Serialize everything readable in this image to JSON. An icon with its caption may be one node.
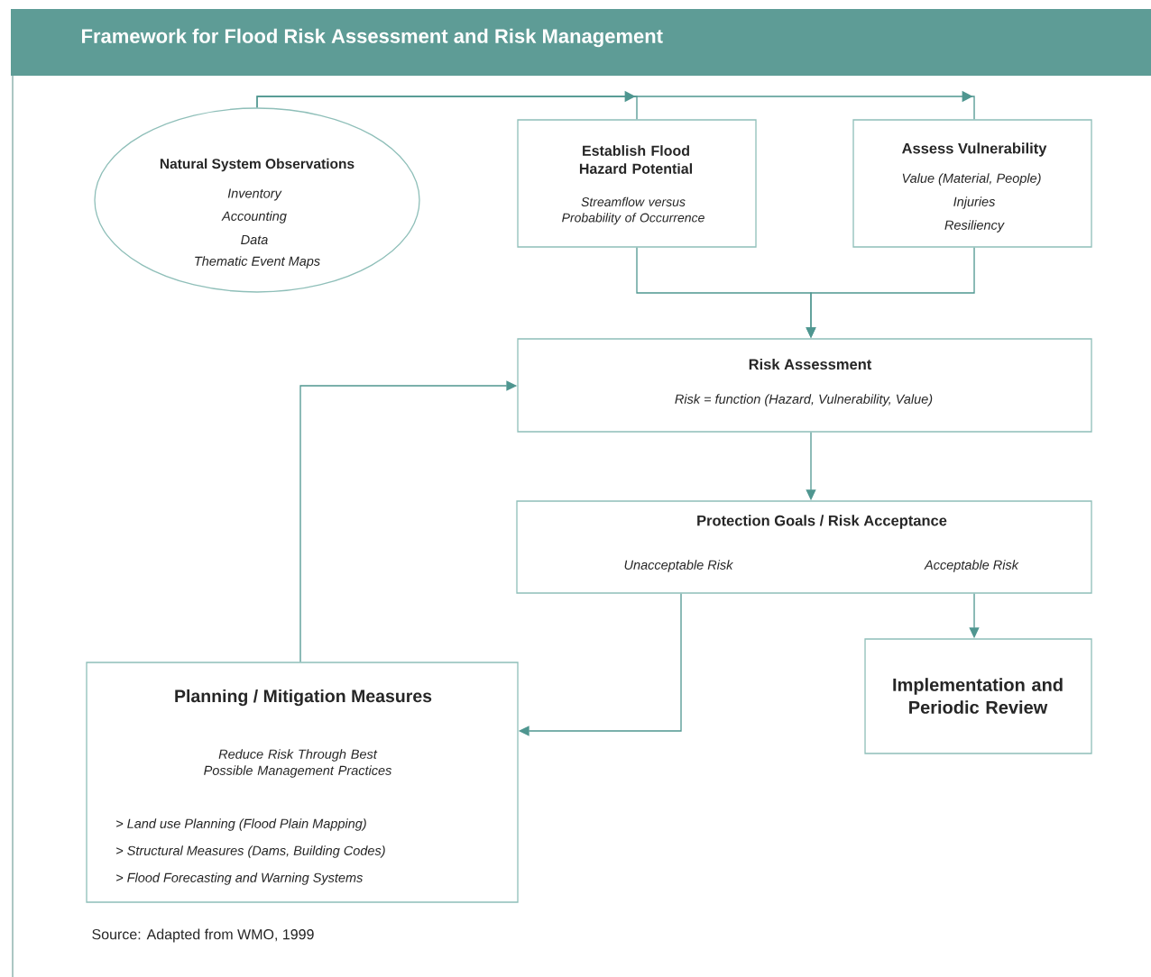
{
  "diagram": {
    "title": "Framework for Flood Risk Assessment and Risk Management",
    "caption": "Source: Adapted from WMO, 1999",
    "nodes": [
      {
        "text": [
          "Natural System Observations",
          "Inventory",
          "Accounting",
          "Data",
          "Thematic Event Maps"
        ]
      },
      {
        "text": [
          "Establish Flood Hazard Potential",
          "Streamflow versus Probability of Occurrence"
        ]
      },
      {
        "text": [
          "Assess Vulnerability",
          "Value (Material, People)",
          "Injuries",
          "Resiliency"
        ]
      },
      {
        "text": [
          "Risk Assessment",
          "Risk = function (Hazard, Vulnerability, Value)"
        ]
      },
      {
        "text": [
          "Protection Goals / Risk Acceptance",
          "Unacceptable Risk",
          "Acceptable Risk"
        ]
      },
      {
        "text": [
          "Implementation and Periodic Review"
        ]
      },
      {
        "text": [
          "Planning / Mitigation Measures",
          "Reduce Risk Through Best Possible Management Practices",
          ">  Land use Planning (Flood Plain Mapping)",
          "> Structural Measures (Dams, Building Codes)",
          "> Flood Forecasting and Warning Systems"
        ]
      }
    ],
    "edges": [
      {
        "from": 0,
        "to": 1,
        "arrow": "to"
      },
      {
        "from": 0,
        "to": 2,
        "arrow": "to"
      },
      {
        "from": 1,
        "to": 3,
        "arrow": "to"
      },
      {
        "from": 2,
        "to": 3,
        "arrow": "to"
      },
      {
        "from": 3,
        "to": 4,
        "arrow": "to"
      },
      {
        "from": 4,
        "to": 5,
        "arrow": "to"
      },
      {
        "from": 4,
        "to": 6,
        "arrow": "to"
      },
      {
        "from": 6,
        "to": 3,
        "arrow": "to"
      }
    ]
  }
}
